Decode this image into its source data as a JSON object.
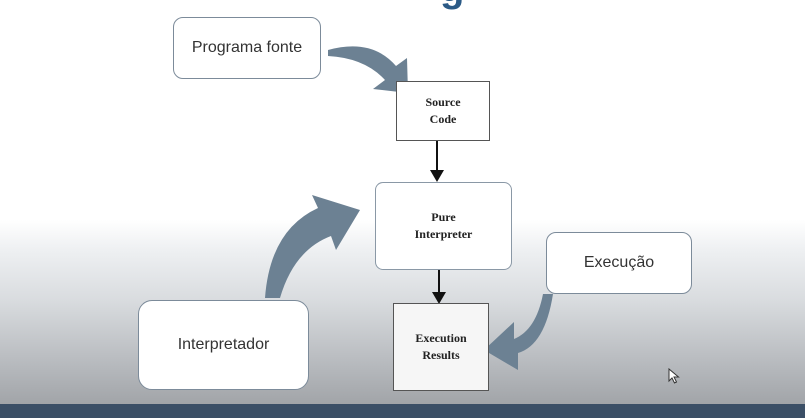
{
  "callouts": {
    "source": "Programa fonte",
    "execution": "Execução",
    "interpreter": "Interpretador"
  },
  "boxes": {
    "source_code": "Source\nCode",
    "pure_interpreter": "Pure\nInterpreter",
    "execution_results": "Execution\nResults"
  },
  "colors": {
    "callout_arrow": "#6c8193",
    "flow_arrow": "#111111",
    "title_accent": "#2b5a86",
    "bottom_bar": "#3b4f66"
  },
  "icons": {
    "cursor": "mouse-pointer-icon"
  }
}
